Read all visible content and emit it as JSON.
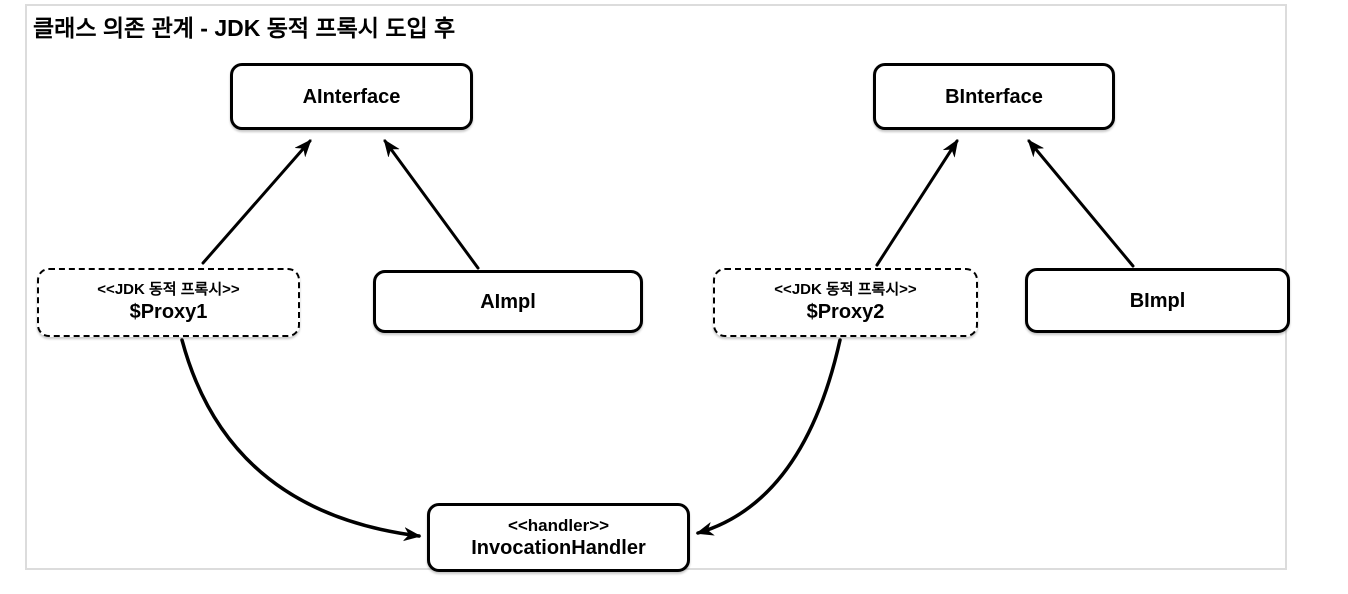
{
  "diagram": {
    "title": "클래스 의존 관계 - JDK 동적 프록시 도입 후",
    "nodes": {
      "a_interface": {
        "label": "AInterface"
      },
      "b_interface": {
        "label": "BInterface"
      },
      "proxy1": {
        "stereotype": "<<JDK 동적 프록시>>",
        "label": "$Proxy1"
      },
      "a_impl": {
        "label": "AImpl"
      },
      "proxy2": {
        "stereotype": "<<JDK 동적 프록시>>",
        "label": "$Proxy2"
      },
      "b_impl": {
        "label": "BImpl"
      },
      "invocation_handler": {
        "stereotype": "<<handler>>",
        "label": "InvocationHandler"
      }
    },
    "edges": [
      {
        "from": "$Proxy1",
        "to": "AInterface",
        "type": "straight-arrow"
      },
      {
        "from": "AImpl",
        "to": "AInterface",
        "type": "straight-arrow"
      },
      {
        "from": "$Proxy2",
        "to": "BInterface",
        "type": "straight-arrow"
      },
      {
        "from": "BImpl",
        "to": "BInterface",
        "type": "straight-arrow"
      },
      {
        "from": "$Proxy1",
        "to": "InvocationHandler",
        "type": "curved-arrow"
      },
      {
        "from": "$Proxy2",
        "to": "InvocationHandler",
        "type": "curved-arrow"
      }
    ],
    "colors": {
      "line": "#000000",
      "node_border": "#000000",
      "node_fill": "#ffffff",
      "frame_border": "#dcdcdc",
      "background": "#ffffff"
    }
  }
}
